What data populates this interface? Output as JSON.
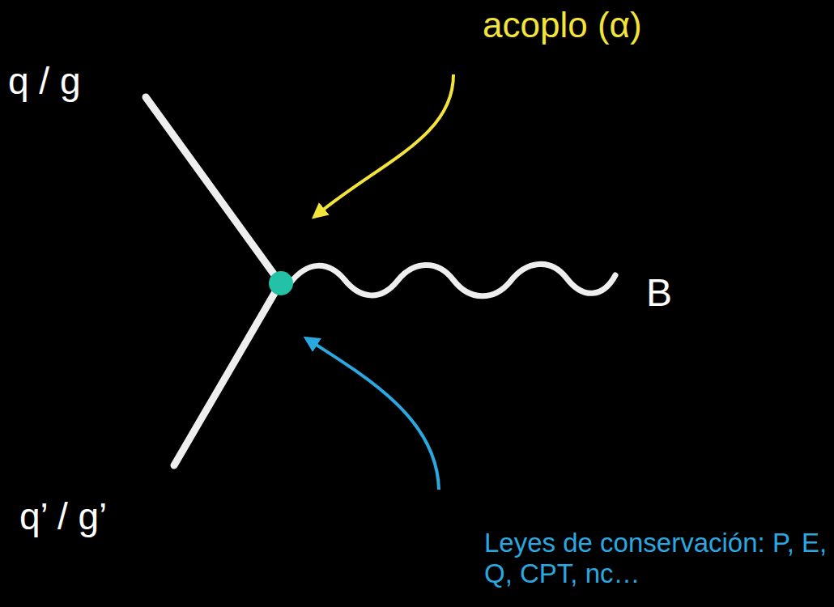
{
  "diagram": {
    "labels": [
      "acoplo (α)",
      "q / g",
      "B",
      "q’ / g’",
      "Leyes de conservación: P, E, Q, CPT, nc…"
    ]
  }
}
